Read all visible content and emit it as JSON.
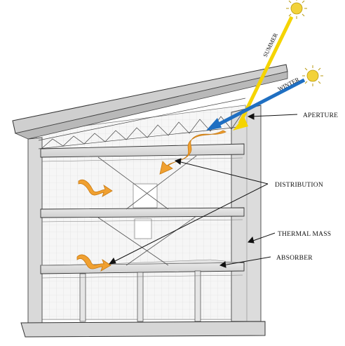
{
  "diagram": {
    "labels": {
      "summer": "SUMMER",
      "winter": "WINTER",
      "aperture": "APERTURE",
      "distribution": "DISTRIBUTION",
      "thermal_mass": "THERMAL MASS",
      "absorber": "ABSORBER"
    },
    "colors": {
      "summer_ray": "#f5d400",
      "winter_ray": "#1f6fc2",
      "heat_flow": "#f0a030",
      "sun": "#f2d23a",
      "structure": "#d6d6d6",
      "structure_line": "#3a3a3a"
    },
    "icons": [
      "sun-icon",
      "sun-icon"
    ]
  }
}
